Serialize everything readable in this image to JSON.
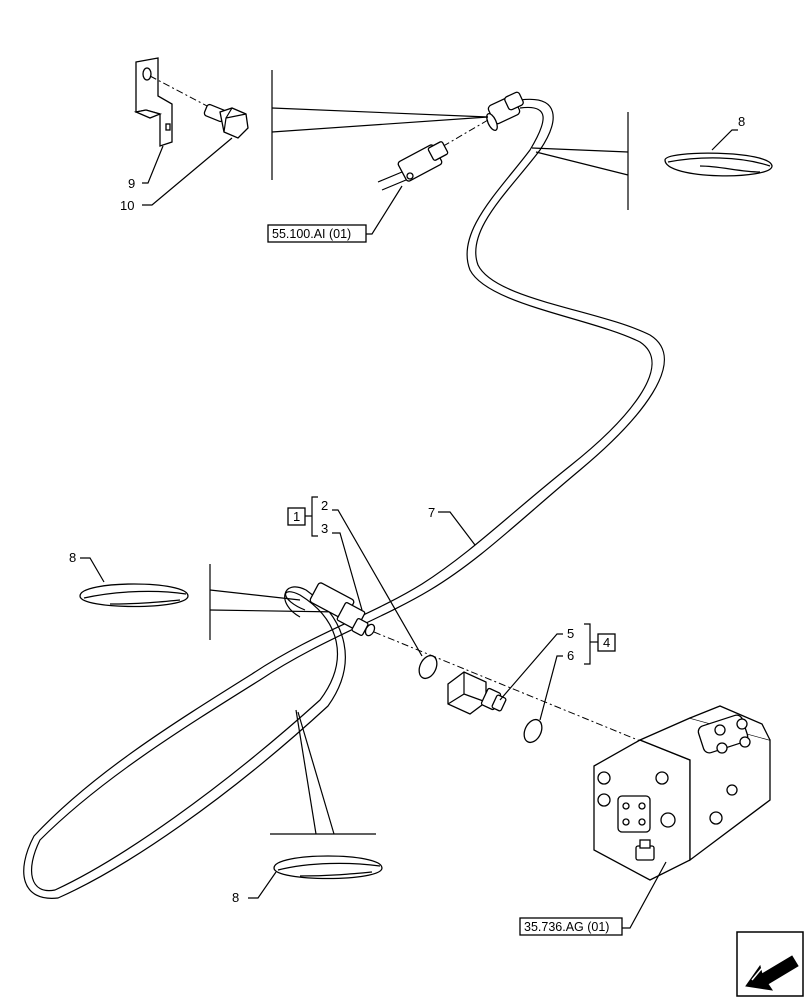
{
  "callouts": {
    "c2": "2",
    "c3": "3",
    "c4": "4",
    "c5": "5",
    "c6": "6",
    "c7": "7",
    "c8_top": "8",
    "c8_left": "8",
    "c8_bottom": "8",
    "c9": "9",
    "c10": "10",
    "box1": "1",
    "box4": "4"
  },
  "references": {
    "ref_connector": "55.100.AI (01)",
    "ref_valve": "35.736.AG (01)"
  },
  "icons": {
    "nav_arrow": "back-arrow-icon"
  }
}
